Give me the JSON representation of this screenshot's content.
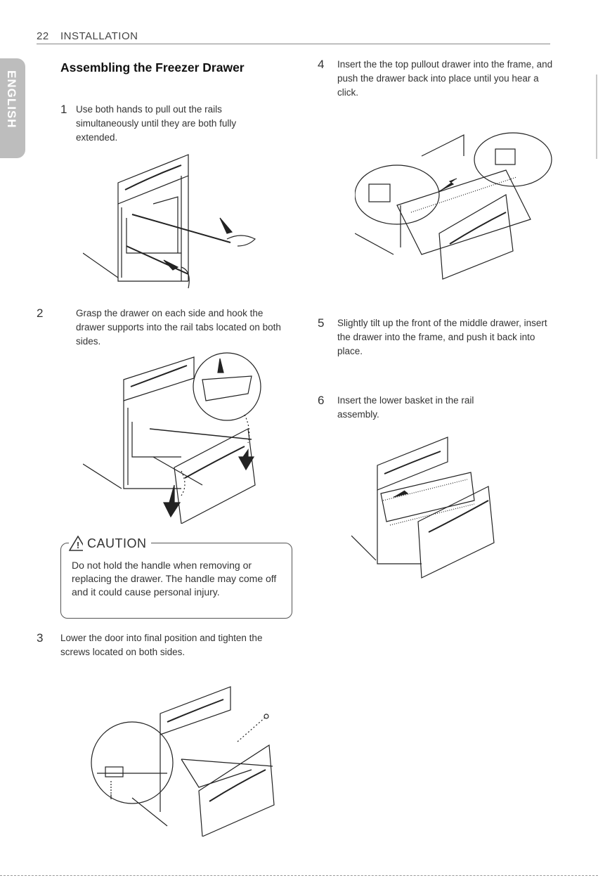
{
  "header": {
    "page_number": "22",
    "section": "INSTALLATION"
  },
  "language_tab": "ENGLISH",
  "title": "Assembling the Freezer Drawer",
  "steps": [
    {
      "num": "1",
      "text": "Use both hands to pull out the rails simultaneously until they are both fully extended."
    },
    {
      "num": "2",
      "text": "Grasp the drawer on each side and hook the drawer supports into the rail tabs located on both sides."
    },
    {
      "num": "3",
      "text": "Lower the door into final position and tighten the screws located on both sides."
    },
    {
      "num": "4",
      "text": "Insert the the top pullout drawer into the frame, and push the drawer back into place until you hear a click."
    },
    {
      "num": "5",
      "text": "Slightly tilt up the front of the middle drawer, insert the drawer into the frame, and push it back into place."
    },
    {
      "num": "6",
      "text": "Insert the lower basket in the rail assembly."
    }
  ],
  "caution": {
    "heading": "CAUTION",
    "text": "Do not hold the handle when removing or replacing the drawer. The handle may come off and it could cause personal injury."
  },
  "illustrations": [
    "rails-extended-illustration",
    "hook-drawer-supports-illustration",
    "tighten-screws-illustration",
    "insert-top-drawer-illustration",
    "insert-lower-basket-illustration"
  ]
}
